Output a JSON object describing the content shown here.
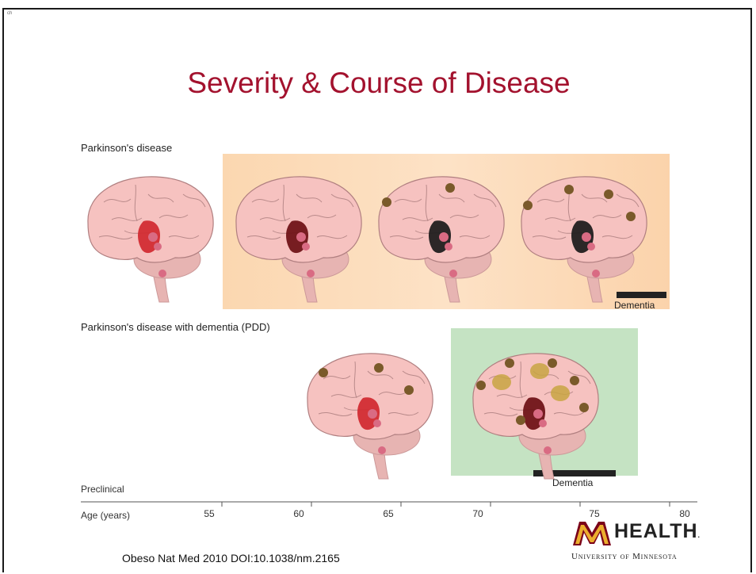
{
  "slide": {
    "corner_mark": "ch",
    "title": "Severity & Course of Disease"
  },
  "figure": {
    "row1_label": "Parkinson's disease",
    "row2_label": "Parkinson's disease with dementia (PDD)",
    "dementia_label_1": "Dementia",
    "dementia_label_2": "Dementia",
    "preclinical_label": "Preclinical",
    "axis_label": "Age (years)",
    "ticks": [
      "55",
      "60",
      "65",
      "70",
      "75",
      "80"
    ]
  },
  "footer": {
    "citation": "Obeso Nat Med 2010  DOI:10.1038/nm.2165",
    "logo_health": "HEALTH",
    "logo_tm": ".",
    "logo_university": "University of Minnesota"
  },
  "colors": {
    "title": "#a3122e",
    "brain": "#f6c2c0",
    "cerebellum": "#e7b4b2",
    "lesion_red": "#d0282f",
    "lesion_dark": "#1a1a1a",
    "lewy_body": "#7a5a2a",
    "plaque": "#c8a542",
    "panel_orange": "#fde2c6",
    "panel_green": "#c5e3c3",
    "logo_maroon": "#7a0019"
  }
}
